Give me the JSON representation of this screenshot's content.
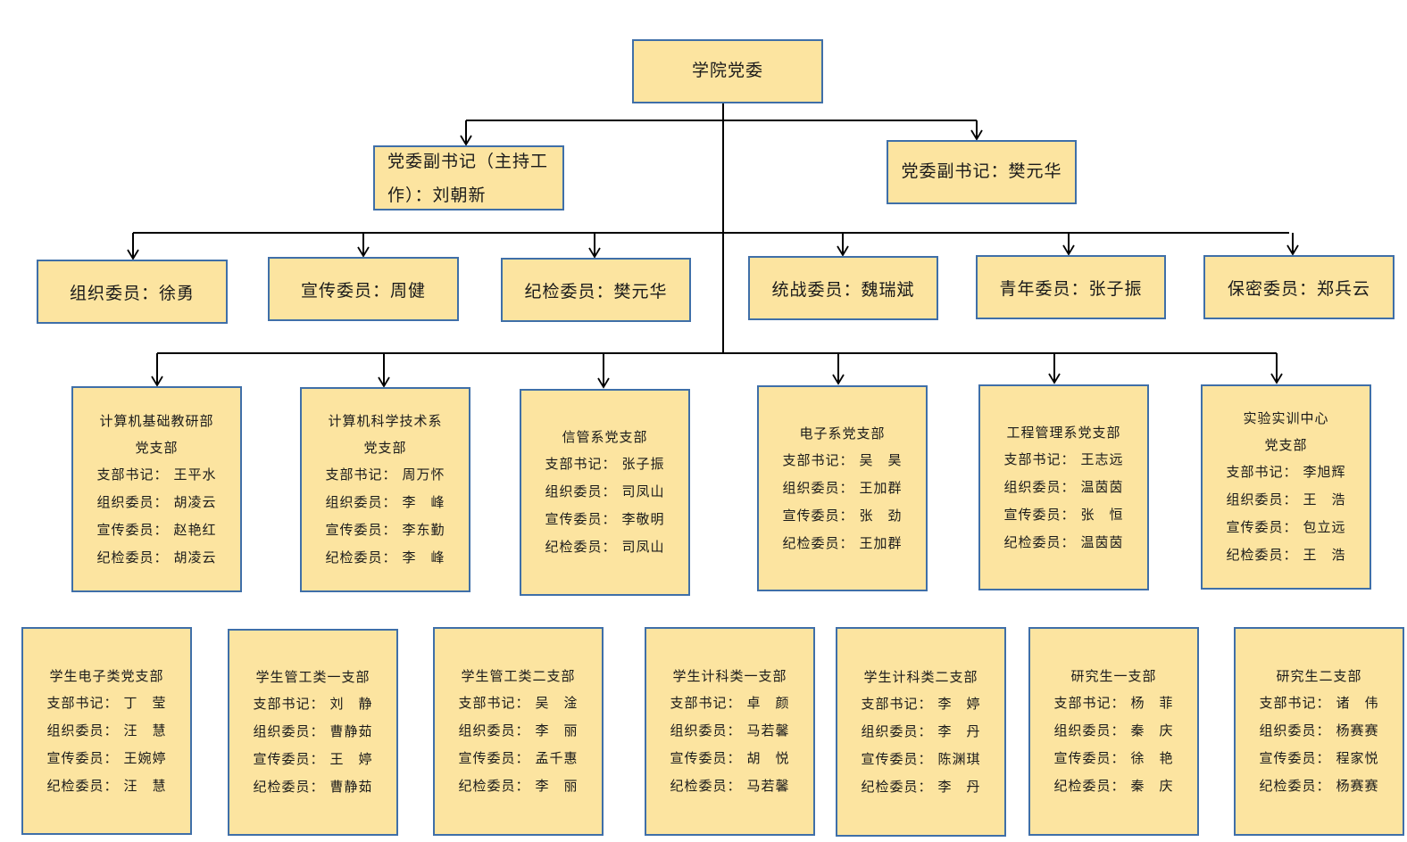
{
  "top": {
    "title": "学院党委"
  },
  "vice_secretaries": [
    {
      "text": "党委副书记（主持工作）：刘朝新",
      "line1": "党委副书记（主持工",
      "line2": "作）：刘朝新"
    },
    {
      "text": "党委副书记：樊元华"
    }
  ],
  "committee_members": [
    "组织委员：徐勇",
    "宣传委员：周健",
    "纪检委员：樊元华",
    "统战委员：魏瑞斌",
    "青年委员：张子振",
    "保密委员：郑兵云"
  ],
  "faculty_branches": [
    {
      "title": [
        "计算机基础教研部",
        "党支部"
      ],
      "members": [
        {
          "role": "支部书记：",
          "name": "王平水"
        },
        {
          "role": "组织委员：",
          "name": "胡凌云"
        },
        {
          "role": "宣传委员：",
          "name": "赵艳红"
        },
        {
          "role": "纪检委员：",
          "name": "胡凌云"
        }
      ]
    },
    {
      "title": [
        "计算机科学技术系",
        "党支部"
      ],
      "members": [
        {
          "role": "支部书记：",
          "name": "周万怀"
        },
        {
          "role": "组织委员：",
          "name": "李　峰"
        },
        {
          "role": "宣传委员：",
          "name": "李东勤"
        },
        {
          "role": "纪检委员：",
          "name": "李　峰"
        }
      ]
    },
    {
      "title": [
        "信管系党支部"
      ],
      "members": [
        {
          "role": "支部书记：",
          "name": "张子振"
        },
        {
          "role": "组织委员：",
          "name": "司凤山"
        },
        {
          "role": "宣传委员：",
          "name": "李敬明"
        },
        {
          "role": "纪检委员：",
          "name": "司凤山"
        }
      ]
    },
    {
      "title": [
        "电子系党支部"
      ],
      "members": [
        {
          "role": "支部书记：",
          "name": "吴　昊"
        },
        {
          "role": "组织委员：",
          "name": "王加群"
        },
        {
          "role": "宣传委员：",
          "name": "张　劲"
        },
        {
          "role": "纪检委员：",
          "name": "王加群"
        }
      ]
    },
    {
      "title": [
        "工程管理系党支部"
      ],
      "members": [
        {
          "role": "支部书记：",
          "name": "王志远"
        },
        {
          "role": "组织委员：",
          "name": "温茵茵"
        },
        {
          "role": "宣传委员：",
          "name": "张　恒"
        },
        {
          "role": "纪检委员：",
          "name": "温茵茵"
        }
      ]
    },
    {
      "title": [
        "实验实训中心",
        "党支部"
      ],
      "members": [
        {
          "role": "支部书记：",
          "name": "李旭辉"
        },
        {
          "role": "组织委员：",
          "name": "王　浩"
        },
        {
          "role": "宣传委员：",
          "name": "包立远"
        },
        {
          "role": "纪检委员：",
          "name": "王　浩"
        }
      ]
    }
  ],
  "student_branches": [
    {
      "title": [
        "学生电子类党支部"
      ],
      "members": [
        {
          "role": "支部书记：",
          "name": "丁　莹"
        },
        {
          "role": "组织委员：",
          "name": "汪　慧"
        },
        {
          "role": "宣传委员：",
          "name": "王婉婷"
        },
        {
          "role": "纪检委员：",
          "name": "汪　慧"
        }
      ]
    },
    {
      "title": [
        "学生管工类一支部"
      ],
      "members": [
        {
          "role": "支部书记：",
          "name": "刘　静"
        },
        {
          "role": "组织委员：",
          "name": "曹静茹"
        },
        {
          "role": "宣传委员：",
          "name": "王　婷"
        },
        {
          "role": "纪检委员：",
          "name": "曹静茹"
        }
      ]
    },
    {
      "title": [
        "学生管工类二支部"
      ],
      "members": [
        {
          "role": "支部书记：",
          "name": "吴　淦"
        },
        {
          "role": "组织委员：",
          "name": "李　丽"
        },
        {
          "role": "宣传委员：",
          "name": "孟千惠"
        },
        {
          "role": "纪检委员：",
          "name": "李　丽"
        }
      ]
    },
    {
      "title": [
        "学生计科类一支部"
      ],
      "members": [
        {
          "role": "支部书记：",
          "name": "卓　颜"
        },
        {
          "role": "组织委员：",
          "name": "马若馨"
        },
        {
          "role": "宣传委员：",
          "name": "胡　悦"
        },
        {
          "role": "纪检委员：",
          "name": "马若馨"
        }
      ]
    },
    {
      "title": [
        "学生计科类二支部"
      ],
      "members": [
        {
          "role": "支部书记：",
          "name": "李　婷"
        },
        {
          "role": "组织委员：",
          "name": "李　丹"
        },
        {
          "role": "宣传委员：",
          "name": "陈渊琪"
        },
        {
          "role": "纪检委员：",
          "name": "李　丹"
        }
      ]
    },
    {
      "title": [
        "研究生一支部"
      ],
      "members": [
        {
          "role": "支部书记：",
          "name": "杨　菲"
        },
        {
          "role": "组织委员：",
          "name": "秦　庆"
        },
        {
          "role": "宣传委员：",
          "name": "徐　艳"
        },
        {
          "role": "纪检委员：",
          "name": "秦　庆"
        }
      ]
    },
    {
      "title": [
        "研究生二支部"
      ],
      "members": [
        {
          "role": "支部书记：",
          "name": "诸　伟"
        },
        {
          "role": "组织委员：",
          "name": "杨赛赛"
        },
        {
          "role": "宣传委员：",
          "name": "程家悦"
        },
        {
          "role": "纪检委员：",
          "name": "杨赛赛"
        }
      ]
    }
  ],
  "colors": {
    "box_fill": "#fce4a0",
    "box_border": "#3f6fa8",
    "line": "#000000"
  }
}
